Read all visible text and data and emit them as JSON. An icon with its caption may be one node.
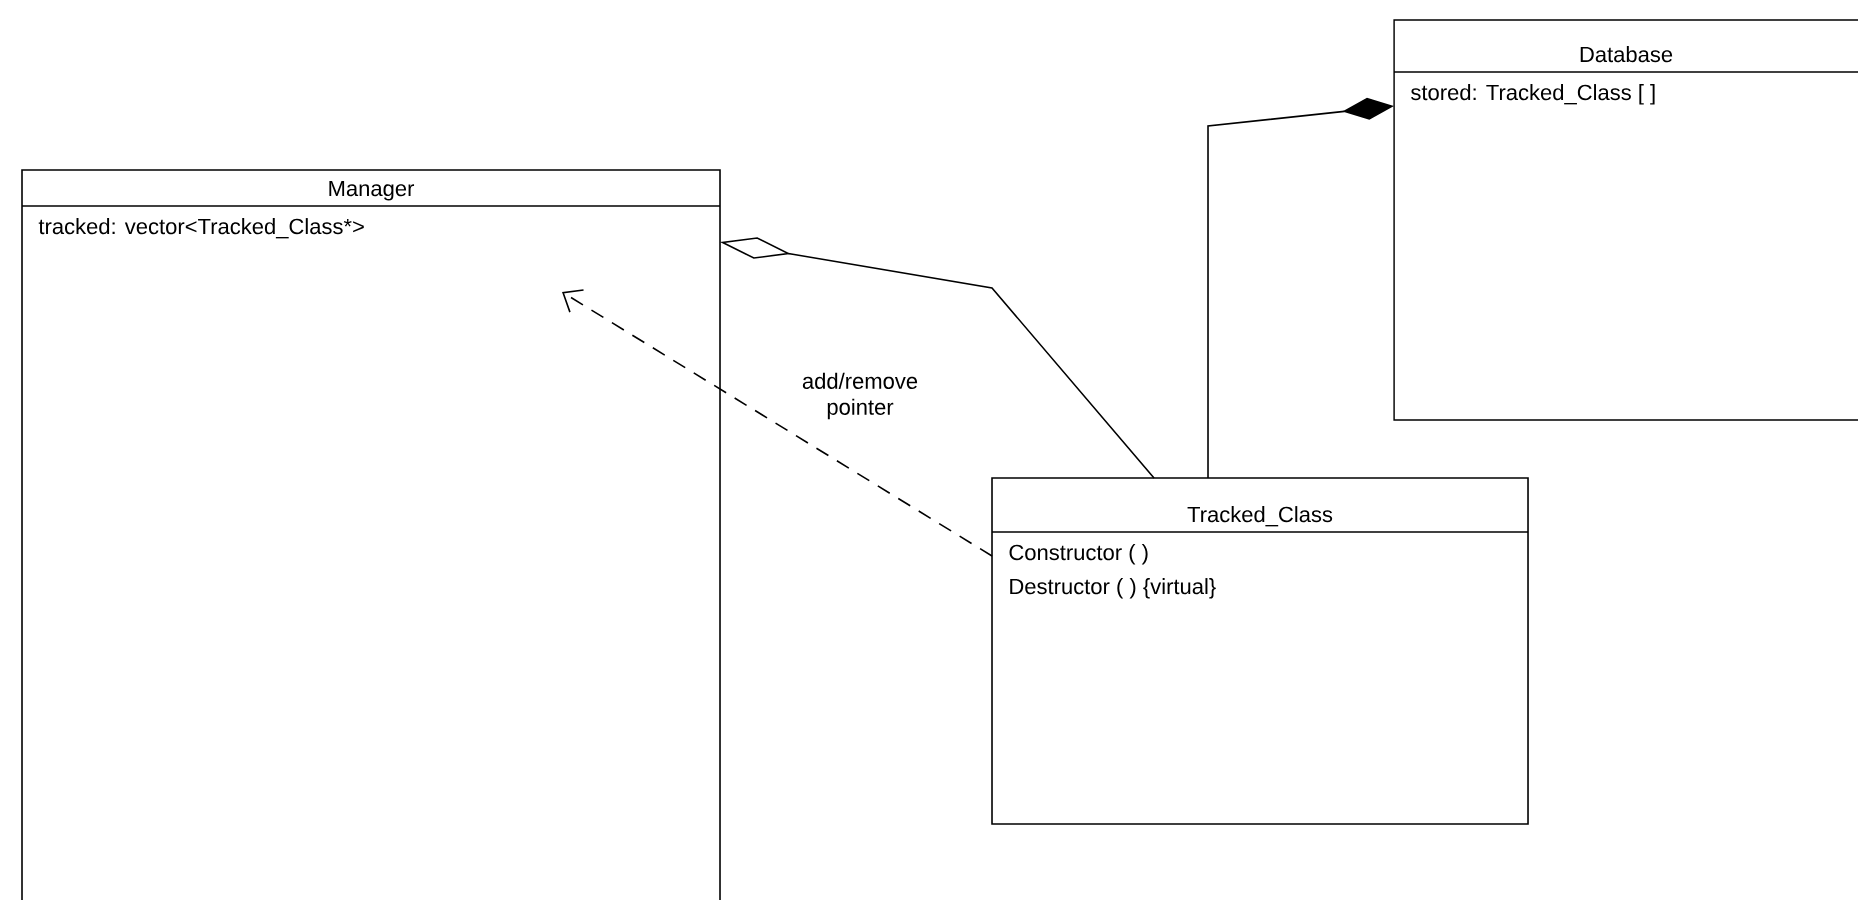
{
  "diagram": {
    "nodes": [
      {
        "text": [
          "Manager",
          "tracked: vector<Tracked_Class*>"
        ]
      },
      {
        "text": [
          "Database",
          "stored: Tracked_Class [ ]"
        ]
      },
      {
        "text": [
          "Tracked_Class",
          "Constructor ( )",
          "Destructor ( ) {virtual}"
        ]
      }
    ],
    "edges": [
      {
        "from": 2,
        "to": 0,
        "arrow": "other"
      },
      {
        "from": 2,
        "to": 1,
        "arrow": "other"
      },
      {
        "from": 2,
        "to": 0,
        "arrow": "to",
        "label": "add/remove pointer",
        "style": "dashed"
      }
    ]
  }
}
